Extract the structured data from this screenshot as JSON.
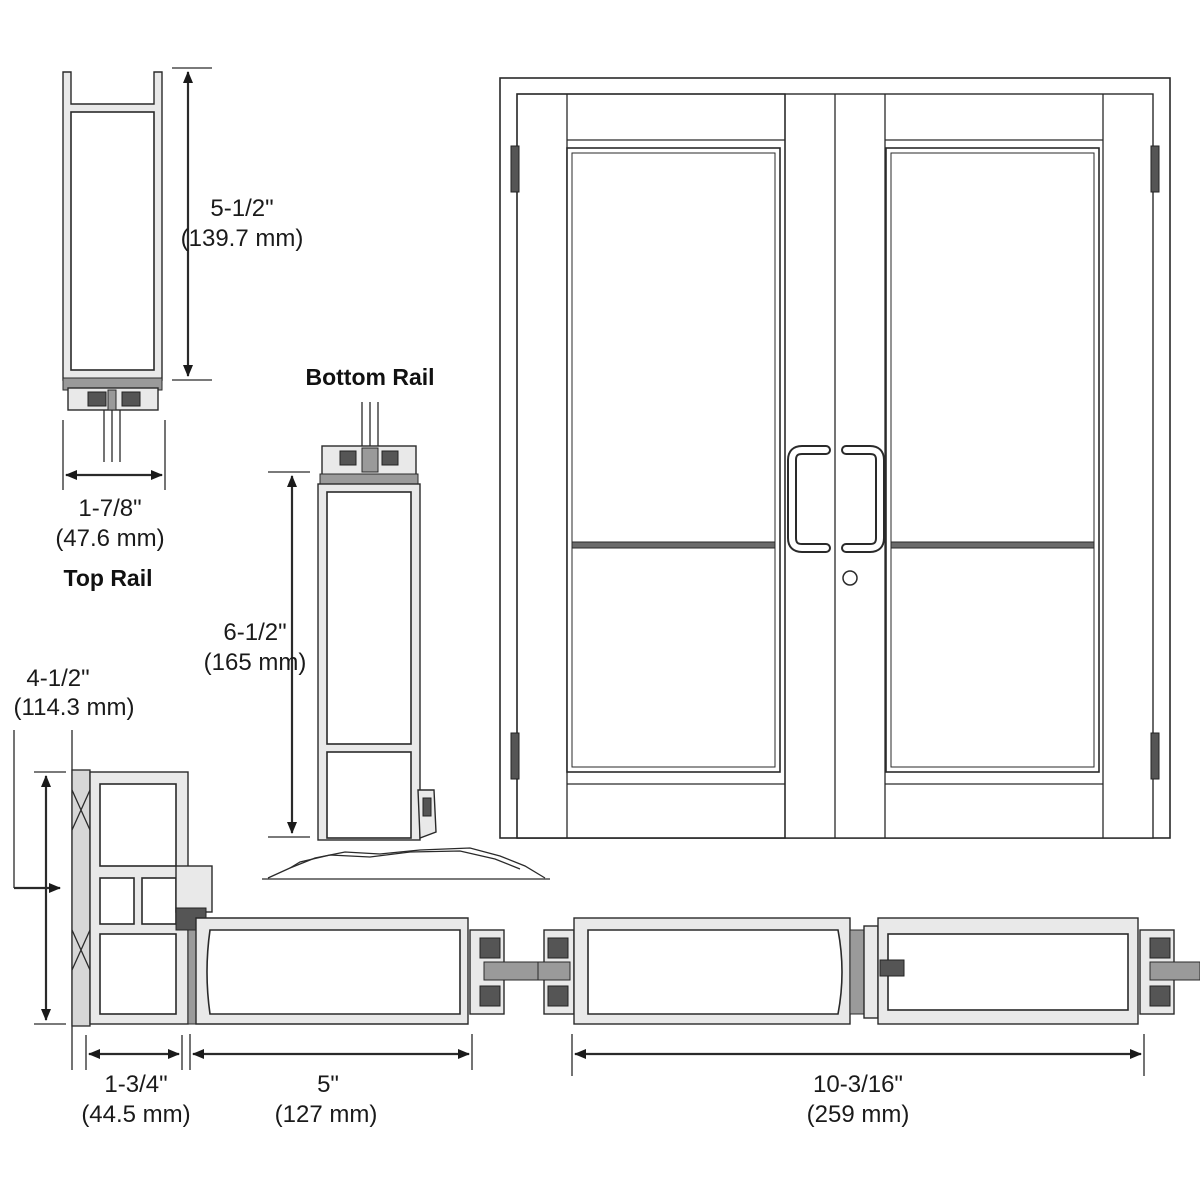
{
  "labels": {
    "top_rail": "Top Rail",
    "bottom_rail": "Bottom Rail"
  },
  "dimensions": {
    "top_rail_height": {
      "imperial": "5-1/2\"",
      "metric": "(139.7 mm)"
    },
    "top_rail_width": {
      "imperial": "1-7/8\"",
      "metric": "(47.6 mm)"
    },
    "bottom_rail_height": {
      "imperial": "6-1/2\"",
      "metric": "(165 mm)"
    },
    "stile_depth": {
      "imperial": "4-1/2\"",
      "metric": "(114.3 mm)"
    },
    "frame_width": {
      "imperial": "1-3/4\"",
      "metric": "(44.5 mm)"
    },
    "stile_width": {
      "imperial": "5\"",
      "metric": "(127 mm)"
    },
    "meeting_stiles_width": {
      "imperial": "10-3/16\"",
      "metric": "(259 mm)"
    }
  },
  "colors": {
    "line": "#2a2a2a",
    "fill_light": "#e9e9e9",
    "background": "#ffffff"
  }
}
